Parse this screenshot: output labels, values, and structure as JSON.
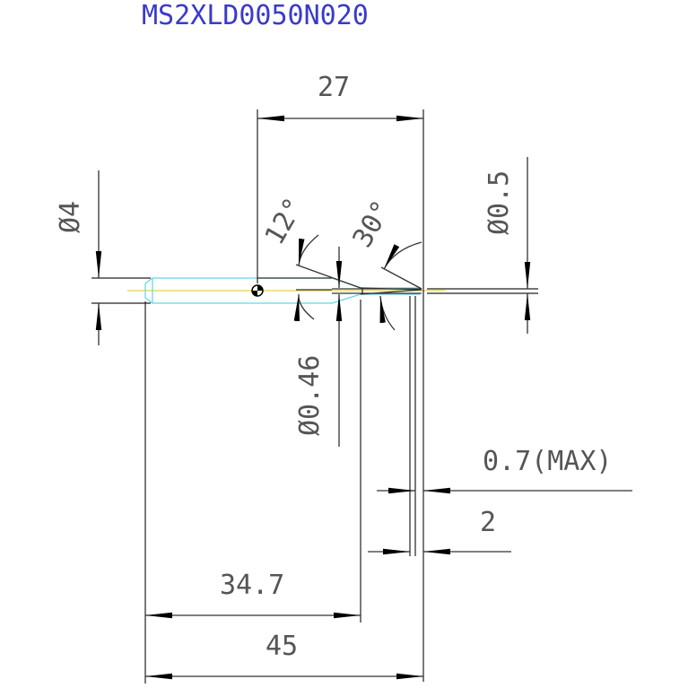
{
  "drawing": {
    "title": "MS2XLD0050N020",
    "dimensions": {
      "overall_length": "45",
      "flute_length": "34.7",
      "neck_length": "27",
      "shank_diameter": "Ø4",
      "tip_diameter": "Ø0.5",
      "neck_diameter": "Ø0.46",
      "taper_angle": "12°",
      "tip_angle": "30°",
      "edge_length_max": "0.7(MAX)",
      "effective_length": "2"
    },
    "colors": {
      "title": "#3a3acc",
      "dimension_text": "#555555",
      "outline": "#5fd6e8",
      "centerline": "#e3d24a"
    }
  }
}
